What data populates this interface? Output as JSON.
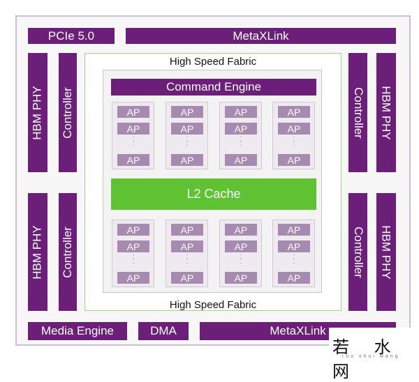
{
  "top": {
    "pcie": "PCIe 5.0",
    "metaxlink_top": "MetaXLink"
  },
  "left": {
    "phy_top": "HBM PHY",
    "controller_top": "Controller",
    "phy_bottom": "HBM PHY",
    "controller_bottom": "Controller"
  },
  "right": {
    "controller_top": "Controller",
    "phy_top": "HBM PHY",
    "controller_bottom": "Controller",
    "phy_bottom": "HBM PHY"
  },
  "fabric": {
    "top_label": "High Speed Fabric",
    "bottom_label": "High Speed Fabric"
  },
  "command_engine": "Command Engine",
  "ap_label": "AP",
  "ap_dots": ":",
  "l2_cache": "L2 Cache",
  "bottom": {
    "media_engine": "Media Engine",
    "dma": "DMA",
    "metaxlink_bottom": "MetaXLink"
  },
  "watermark": {
    "title": "若 水 网",
    "subtitle": "ruo shui wang"
  },
  "colors": {
    "purple": "#6b1f78",
    "ap": "#a68ab0",
    "l2": "#5ec232",
    "fabric_border": "#9bd58a"
  }
}
